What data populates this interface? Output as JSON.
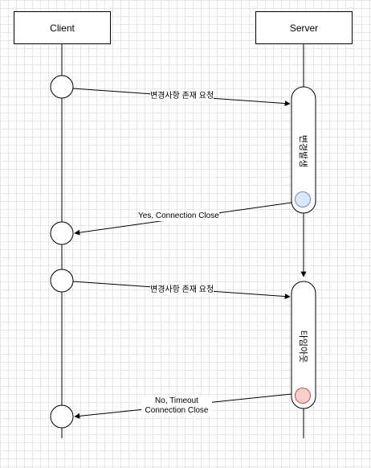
{
  "lifelines": {
    "client": "Client",
    "server": "Server"
  },
  "messages": {
    "request1": "변경사항 존재 요청",
    "response1": "Yes, Connection Close",
    "request2": "변경사항 존재 요청",
    "response2_line1": "No, Timeout",
    "response2_line2": "Connection Close"
  },
  "activations": {
    "first": "변경발생",
    "second": "타임아웃"
  },
  "colors": {
    "change_marker": "#dae8fc",
    "change_marker_stroke": "#6c8ebf",
    "timeout_marker": "#f8cecc",
    "timeout_marker_stroke": "#b85450"
  }
}
